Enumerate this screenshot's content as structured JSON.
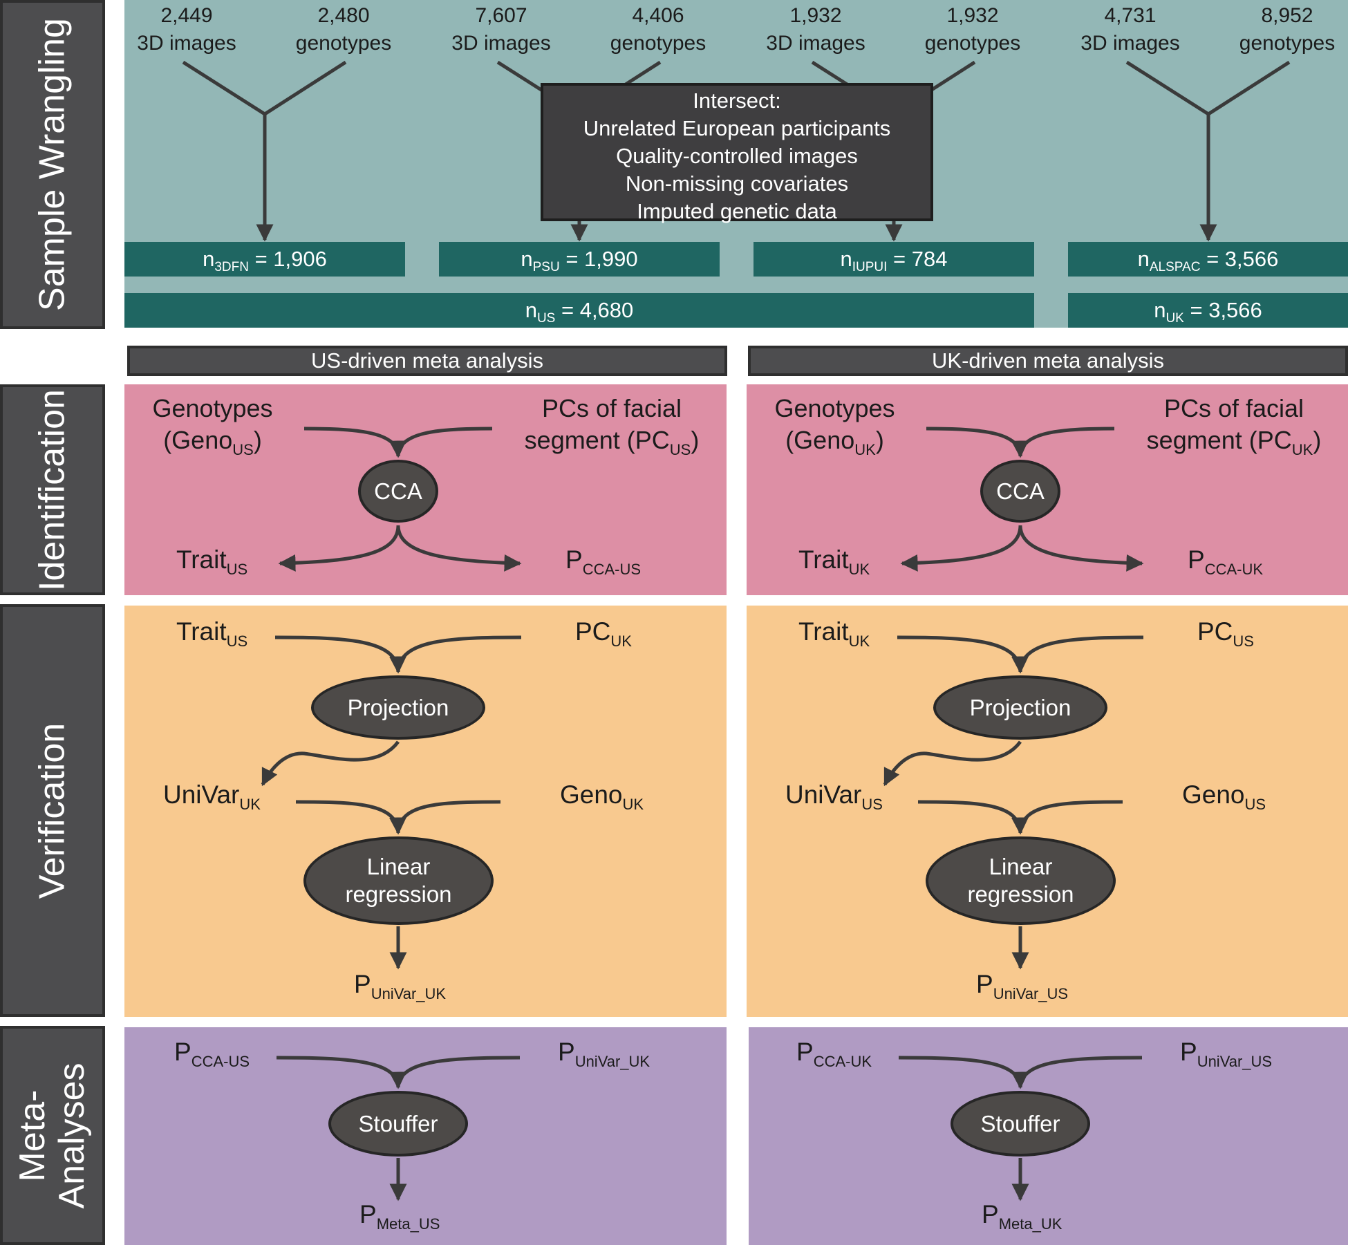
{
  "sections": {
    "sample_wrangling": "Sample Wrangling",
    "identification": "Identification",
    "verification": "Verification",
    "meta_analyses_1": "Meta-",
    "meta_analyses_2": "Analyses"
  },
  "colors": {
    "wrangling_bg": "#93b7b6",
    "identification_bg": "#dd8fa5",
    "verification_bg": "#f8c98f",
    "meta_bg": "#b09bc3",
    "bar_bg": "#1f6662",
    "side_bg": "#4d4d4f"
  },
  "sources": [
    {
      "n_images": "2,449",
      "images_label": "3D images",
      "n_genotypes": "2,480",
      "genotypes_label": "genotypes"
    },
    {
      "n_images": "7,607",
      "images_label": "3D images",
      "n_genotypes": "4,406",
      "genotypes_label": "genotypes"
    },
    {
      "n_images": "1,932",
      "images_label": "3D images",
      "n_genotypes": "1,932",
      "genotypes_label": "genotypes"
    },
    {
      "n_images": "4,731",
      "images_label": "3D images",
      "n_genotypes": "8,952",
      "genotypes_label": "genotypes"
    }
  ],
  "intersect": {
    "title": "Intersect:",
    "line1": "Unrelated European participants",
    "line2": "Quality-controlled images",
    "line3": "Non-missing covariates",
    "line4": "Imputed genetic data"
  },
  "cohorts": [
    {
      "n": "n",
      "sub": "3DFN",
      "value": "= 1,906"
    },
    {
      "n": "n",
      "sub": "PSU",
      "value": "= 1,990"
    },
    {
      "n": "n",
      "sub": "IUPUI",
      "value": "= 784"
    },
    {
      "n": "n",
      "sub": "ALSPAC",
      "value": "= 3,566"
    }
  ],
  "totals": {
    "us": {
      "n": "n",
      "sub": "US",
      "value": "= 4,680"
    },
    "uk": {
      "n": "n",
      "sub": "UK",
      "value": "= 3,566"
    }
  },
  "headers": {
    "us": "US-driven meta analysis",
    "uk": "UK-driven meta analysis"
  },
  "us": {
    "id_geno_1": "Genotypes",
    "id_geno_2": "(Geno",
    "id_geno_sub": "US",
    "id_geno_close": ")",
    "id_pc_1": "PCs of facial",
    "id_pc_2": "segment (PC",
    "id_pc_sub": "US",
    "id_pc_close": ")",
    "cca": "CCA",
    "trait": "Trait",
    "trait_sub": "US",
    "pcca": "P",
    "pcca_sub": "CCA-US",
    "ver_trait": "Trait",
    "ver_trait_sub": "US",
    "ver_pc": "PC",
    "ver_pc_sub": "UK",
    "projection": "Projection",
    "univar": "UniVar",
    "univar_sub": "UK",
    "geno": "Geno",
    "geno_sub": "UK",
    "linreg_1": "Linear",
    "linreg_2": "regression",
    "punivar": "P",
    "punivar_sub": "UniVar_UK",
    "meta_left": "P",
    "meta_left_sub": "CCA-US",
    "meta_right": "P",
    "meta_right_sub": "UniVar_UK",
    "stouffer": "Stouffer",
    "pmeta": "P",
    "pmeta_sub": "Meta_US"
  },
  "uk": {
    "id_geno_1": "Genotypes",
    "id_geno_2": "(Geno",
    "id_geno_sub": "UK",
    "id_geno_close": ")",
    "id_pc_1": "PCs of facial",
    "id_pc_2": "segment (PC",
    "id_pc_sub": "UK",
    "id_pc_close": ")",
    "cca": "CCA",
    "trait": "Trait",
    "trait_sub": "UK",
    "pcca": "P",
    "pcca_sub": "CCA-UK",
    "ver_trait": "Trait",
    "ver_trait_sub": "UK",
    "ver_pc": "PC",
    "ver_pc_sub": "US",
    "projection": "Projection",
    "univar": "UniVar",
    "univar_sub": "US",
    "geno": "Geno",
    "geno_sub": "US",
    "linreg_1": "Linear",
    "linreg_2": "regression",
    "punivar": "P",
    "punivar_sub": "UniVar_US",
    "meta_left": "P",
    "meta_left_sub": "CCA-UK",
    "meta_right": "P",
    "meta_right_sub": "UniVar_US",
    "stouffer": "Stouffer",
    "pmeta": "P",
    "pmeta_sub": "Meta_UK"
  }
}
